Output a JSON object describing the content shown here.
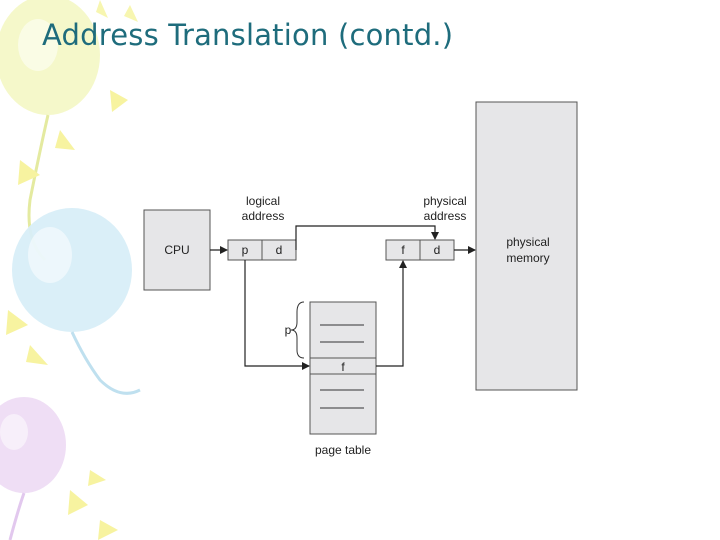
{
  "slide": {
    "title": "Address Translation (contd.)",
    "accent_color": "#1e6c7c"
  },
  "diagram": {
    "cpu_label": "CPU",
    "logical_address_label_line1": "logical",
    "logical_address_label_line2": "address",
    "logical_p": "p",
    "logical_d": "d",
    "physical_address_label_line1": "physical",
    "physical_address_label_line2": "address",
    "physical_f": "f",
    "physical_d": "d",
    "physical_memory_label_line1": "physical",
    "physical_memory_label_line2": "memory",
    "page_table_p": "p",
    "page_table_f": "f",
    "page_table_label": "page table"
  }
}
